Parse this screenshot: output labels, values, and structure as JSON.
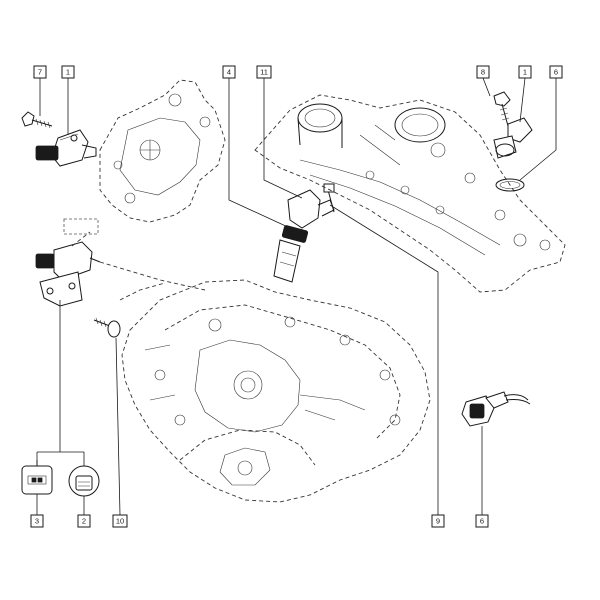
{
  "callouts": {
    "c7_top": "7",
    "c1_left": "1",
    "c4": "4",
    "c11": "11",
    "c8": "8",
    "c1_right": "1",
    "c6_top": "6",
    "c3": "3",
    "c2": "2",
    "c10": "10",
    "c9": "9",
    "c6_bottom": "6"
  }
}
